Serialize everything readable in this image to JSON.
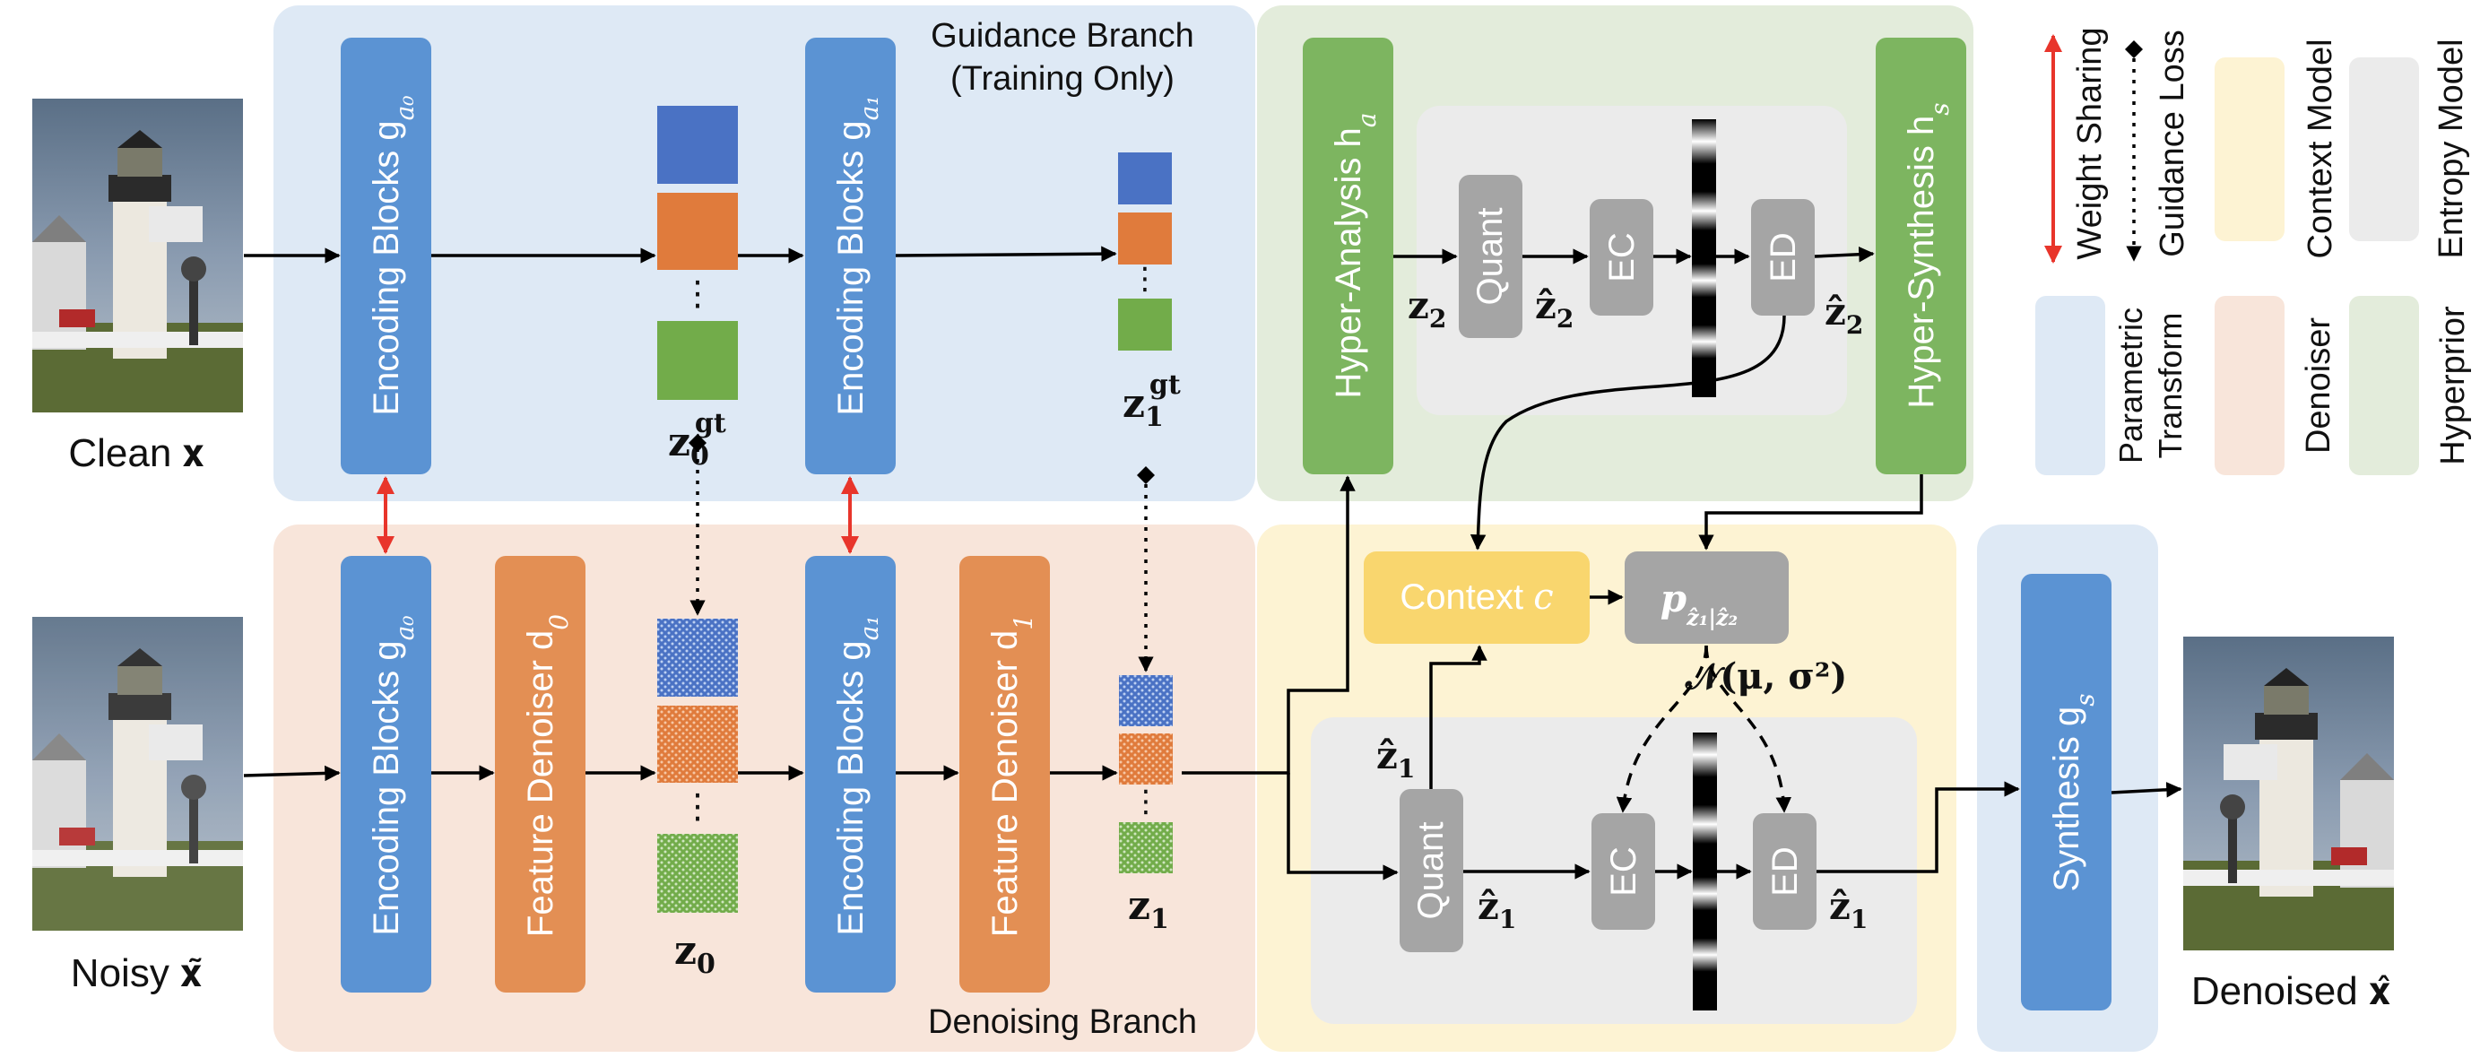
{
  "branches": {
    "guidance_title_line1": "Guidance Branch",
    "guidance_title_line2": "(Training Only)",
    "denoising_title": "Denoising Branch"
  },
  "images": {
    "clean_label": "Clean 𝐱",
    "noisy_label": "Noisy 𝐱̃",
    "denoised_label": "Denoised 𝐱̂"
  },
  "blocks": {
    "enc0_top": "Encoding Blocks g",
    "enc0_sub": "a₀",
    "enc1_top": "Encoding Blocks g",
    "enc1_sub": "a₁",
    "enc0_bot": "Encoding Blocks g",
    "enc1_bot": "Encoding Blocks g",
    "feat_den0": "Feature Denoiser d",
    "feat_den0_sub": "0",
    "feat_den1": "Feature Denoiser d",
    "feat_den1_sub": "1",
    "hyper_analysis": "Hyper-Analysis h",
    "hyper_analysis_sub": "a",
    "hyper_synthesis": "Hyper-Synthesis h",
    "hyper_synthesis_sub": "s",
    "quant_top": "Quant",
    "ec_top": "EC",
    "ed_top": "ED",
    "quant_bot": "Quant",
    "ec_bot": "EC",
    "ed_bot": "ED",
    "context": "Context ",
    "context_var": "c",
    "prob": "p",
    "prob_sub": "ẑ₁|ẑ₂",
    "synthesis": "Synthesis g",
    "synthesis_sub": "s"
  },
  "symbols": {
    "z0gt": "z",
    "z0gt_sub": "0",
    "z0gt_sup": "gt",
    "z1gt": "z",
    "z1gt_sub": "1",
    "z1gt_sup": "gt",
    "z0": "z",
    "z0_sub": "0",
    "z1": "z",
    "z1_sub": "1",
    "z2": "z",
    "z2_sub": "2",
    "z2hat_a": "ẑ",
    "z2hat_a_sub": "2",
    "z2hat_b": "ẑ",
    "z2hat_b_sub": "2",
    "z1hat_a": "ẑ",
    "z1hat_a_sub": "1",
    "z1hat_b": "ẑ",
    "z1hat_b_sub": "1",
    "z1hat_c": "ẑ",
    "z1hat_c_sub": "1",
    "gaussian": "𝒩(𝛍, 𝛔²)",
    "dots": "⋮"
  },
  "legend": {
    "weight_sharing": "Weight Sharing",
    "guidance_loss": "Guidance Loss",
    "context_model": "Context Model",
    "entropy_model": "Entropy Model",
    "parametric_transform_line1": "Parametric",
    "parametric_transform_line2": "Transform",
    "denoiser": "Denoiser",
    "hyperprior": "Hyperprior"
  },
  "colors": {
    "guidance_bg": "#dee9f5",
    "denoising_bg": "#f8e5da",
    "hyperprior_bg": "#e3ecdb",
    "context_bg": "#fdf3d3",
    "synthesis_bg": "#dee9f5",
    "entropy_bg": "#ebebeb",
    "blue_block": "#5b93d3",
    "orange_block": "#e38f54",
    "green_block": "#7db560",
    "gray_block": "#a5a5a5",
    "yellow_block": "#f9d66e",
    "weight_sharing_arrow": "#e8352b"
  }
}
